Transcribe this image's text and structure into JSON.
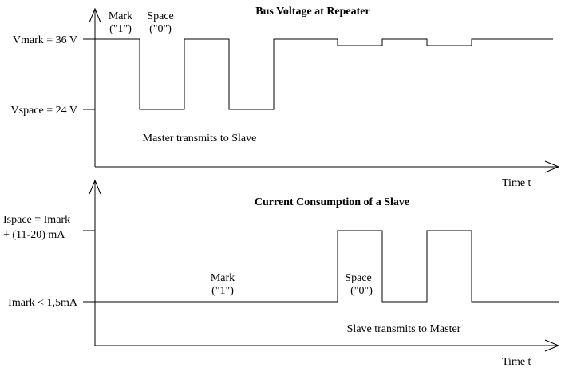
{
  "top_panel": {
    "title": "Bus Voltage at Repeater",
    "y_labels": {
      "vmark": "Vmark = 36 V",
      "vspace": "Vspace = 24 V"
    },
    "x_label": "Time t",
    "annotations": {
      "mark_word": "Mark",
      "mark_value": "(\"1\")",
      "space_word": "Space",
      "space_value": "(\"0\")",
      "caption": "Master transmits to Slave"
    }
  },
  "bottom_panel": {
    "title": "Current Consumption of a Slave",
    "y_labels": {
      "ispace_line1": "Ispace = Imark",
      "ispace_line2": "+ (11-20) mA",
      "imark": "Imark < 1,5mA"
    },
    "x_label": "Time t",
    "annotations": {
      "mark_word": "Mark",
      "mark_value": "(\"1\")",
      "space_word": "Space",
      "space_value": "(\"0\")",
      "caption": "Slave transmits to Master"
    }
  }
}
